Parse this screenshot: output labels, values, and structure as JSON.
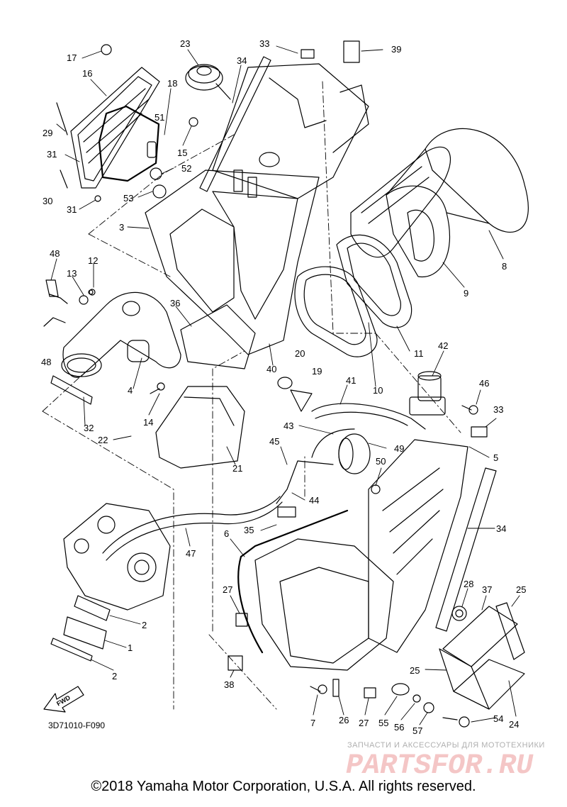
{
  "callouts": [
    {
      "n": "17"
    },
    {
      "n": "16"
    },
    {
      "n": "18"
    },
    {
      "n": "51"
    },
    {
      "n": "29"
    },
    {
      "n": "31"
    },
    {
      "n": "30"
    },
    {
      "n": "31"
    },
    {
      "n": "52"
    },
    {
      "n": "53"
    },
    {
      "n": "23"
    },
    {
      "n": "34"
    },
    {
      "n": "33"
    },
    {
      "n": "39"
    },
    {
      "n": "15"
    },
    {
      "n": "3"
    },
    {
      "n": "8"
    },
    {
      "n": "9"
    },
    {
      "n": "48"
    },
    {
      "n": "13"
    },
    {
      "n": "12"
    },
    {
      "n": "48"
    },
    {
      "n": "36"
    },
    {
      "n": "4"
    },
    {
      "n": "14"
    },
    {
      "n": "32"
    },
    {
      "n": "22"
    },
    {
      "n": "21"
    },
    {
      "n": "40"
    },
    {
      "n": "20"
    },
    {
      "n": "19"
    },
    {
      "n": "11"
    },
    {
      "n": "42"
    },
    {
      "n": "10"
    },
    {
      "n": "41"
    },
    {
      "n": "46"
    },
    {
      "n": "33"
    },
    {
      "n": "43"
    },
    {
      "n": "5"
    },
    {
      "n": "49"
    },
    {
      "n": "45"
    },
    {
      "n": "50"
    },
    {
      "n": "44"
    },
    {
      "n": "34"
    },
    {
      "n": "6"
    },
    {
      "n": "35"
    },
    {
      "n": "47"
    },
    {
      "n": "28"
    },
    {
      "n": "37"
    },
    {
      "n": "25"
    },
    {
      "n": "27"
    },
    {
      "n": "2"
    },
    {
      "n": "1"
    },
    {
      "n": "2"
    },
    {
      "n": "25"
    },
    {
      "n": "38"
    },
    {
      "n": "7"
    },
    {
      "n": "26"
    },
    {
      "n": "27"
    },
    {
      "n": "55"
    },
    {
      "n": "56"
    },
    {
      "n": "57"
    },
    {
      "n": "54"
    },
    {
      "n": "24"
    }
  ],
  "fwd_label": "FWD",
  "diagram_code": "3D71010-F090",
  "watermark": {
    "tagline": "ЗАПЧАСТИ И АКСЕССУАРЫ ДЛЯ МОТОТЕХНИКИ",
    "logo": "PARTSFOR.RU"
  },
  "copyright": "©2018 Yamaha Motor Corporation, U.S.A. All rights reserved.",
  "colors": {
    "line": "#000000",
    "watermark_logo": "#f4c6c6",
    "watermark_text": "#b0b0b0",
    "background": "#ffffff"
  }
}
